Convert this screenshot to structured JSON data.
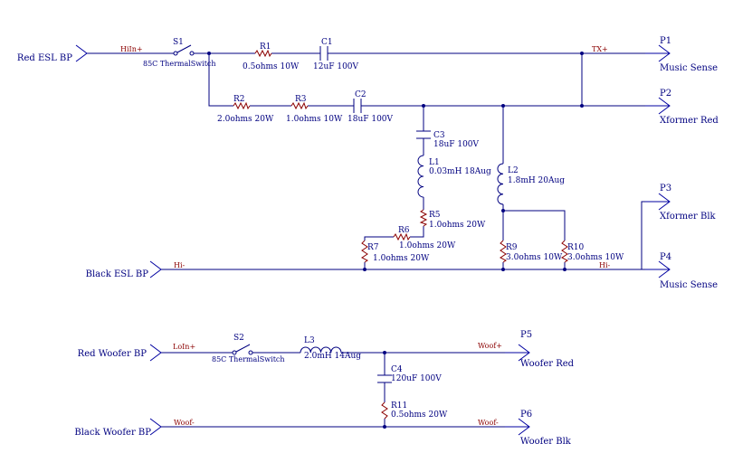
{
  "ports": {
    "red_esl": "Red ESL BP",
    "black_esl": "Black ESL BP",
    "red_woofer": "Red Woofer BP",
    "black_woofer": "Black Woofer BP",
    "p1": "P1",
    "p1_name": "Music Sense",
    "p2": "P2",
    "p2_name": "Xformer Red",
    "p3": "P3",
    "p3_name": "Xformer Blk",
    "p4": "P4",
    "p4_name": "Music Sense",
    "p5": "P5",
    "p5_name": "Woofer Red",
    "p6": "P6",
    "p6_name": "Woofer Blk"
  },
  "nets": {
    "hiin": "HiIn+",
    "tx": "TX+",
    "hi_minus": "Hi-",
    "hi_minus_right": "Hi-",
    "loin": "LoIn+",
    "woof_plus": "Woof+",
    "woof_minus_left": "Woof-",
    "woof_minus_right": "Woof-"
  },
  "components": {
    "s1": "S1",
    "s1_val": "85C ThermalSwitch",
    "r1": "R1",
    "r1_val": "0.5ohms 10W",
    "c1": "C1",
    "c1_val": "12uF 100V",
    "r2": "R2",
    "r2_val": "2.0ohms 20W",
    "r3": "R3",
    "r3_val": "1.0ohms 10W",
    "c2": "C2",
    "c2_val": "18uF 100V",
    "c3": "C3",
    "c3_val": "18uF 100V",
    "l1": "L1",
    "l1_val": "0.03mH 18Aug",
    "l2": "L2",
    "l2_val": "1.8mH 20Aug",
    "r5": "R5",
    "r5_val": "1.0ohms 20W",
    "r6": "R6",
    "r6_val": "1.0ohms 20W",
    "r7": "R7",
    "r7_val": "1.0ohms 20W",
    "r9": "R9",
    "r9_val": "3.0ohms 10W",
    "r10": "R10",
    "r10_val": "3.0ohms 10W",
    "s2": "S2",
    "s2_val": "85C ThermalSwitch",
    "l3": "L3",
    "l3_val": "2.0mH 14Aug",
    "c4": "C4",
    "c4_val": "120uF 100V",
    "r11": "R11",
    "r11_val": "0.5ohms 20W"
  },
  "colors": {
    "wire": "#000080",
    "net_label": "#8b0000",
    "text": "#000080"
  }
}
